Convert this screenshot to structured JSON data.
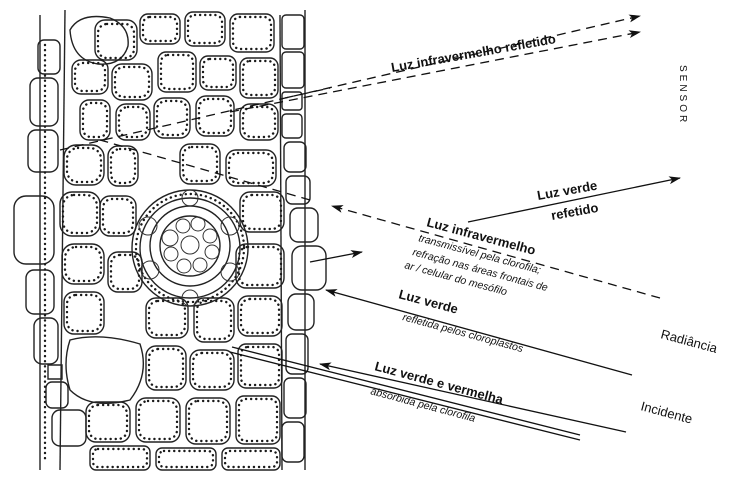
{
  "labels": {
    "ir_reflected": "Luz infravermelho refletido",
    "sensor": "SENSOR",
    "green_reflected_line1": "Luz verde",
    "green_reflected_line2": "refetido",
    "ir_title": "Luz infravermelho",
    "ir_sub1": "transmissível pela clorofila;",
    "ir_sub2": "refração nas áreas frontais de",
    "ir_sub3": "ar / celular do mesófilo",
    "green_title": "Luz verde",
    "green_sub": "refletida pelos cloroplastos",
    "greenred_title": "Luz verde e vermelha",
    "greenred_sub": "absorbida pela clorofila",
    "radiance": "Radiância",
    "incident": "Incidente"
  }
}
